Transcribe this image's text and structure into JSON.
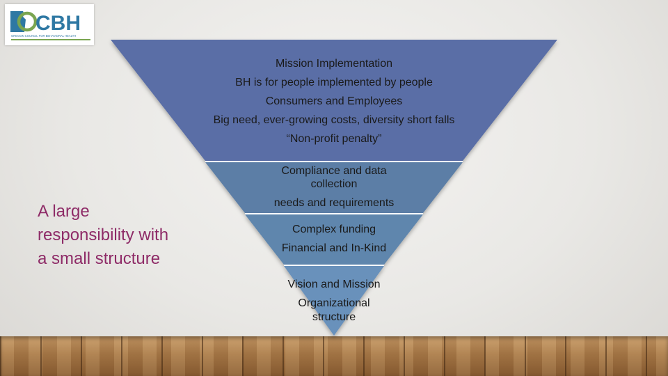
{
  "logo": {
    "text": "OCBH",
    "tagline": "OREGON COUNCIL FOR BEHAVIORAL HEALTH"
  },
  "side_text": {
    "line1": "A large",
    "line2": "responsibility with",
    "line3": "a small structure"
  },
  "pyramid": {
    "levels": [
      {
        "lines": [
          "Mission Implementation",
          "BH is for people implemented by people",
          "Consumers and Employees",
          "Big need, ever-growing costs, diversity short falls",
          "“Non-profit penalty”"
        ]
      },
      {
        "lines": [
          "Compliance and data",
          "collection",
          "needs and requirements"
        ]
      },
      {
        "lines": [
          "Complex funding",
          "Financial and In-Kind"
        ]
      },
      {
        "lines": [
          "Vision and Mission",
          "Organizational",
          "structure"
        ]
      }
    ]
  },
  "colors": {
    "level1": "#5a6ea6",
    "level2": "#5b7ea6",
    "level3": "#5f86ad",
    "level4": "#6991bb",
    "side_text": "#8e2b67",
    "logo_blue": "#2e78a3",
    "logo_green": "#7aa550"
  }
}
